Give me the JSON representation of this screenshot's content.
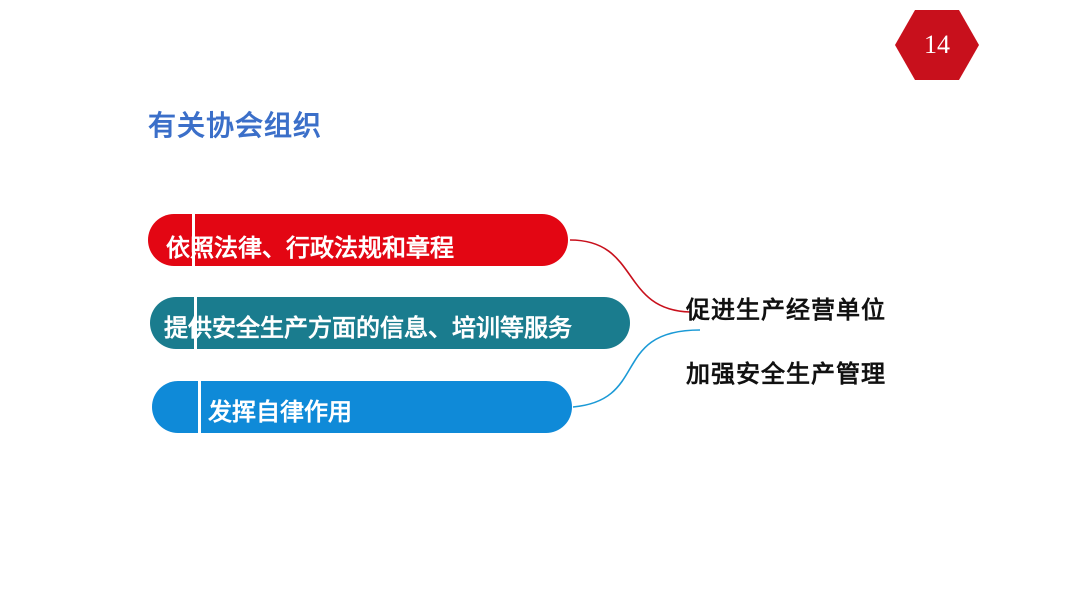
{
  "page_number": "14",
  "title": "有关协会组织",
  "items": [
    {
      "label": "依照法律、行政法规和章程",
      "color": "#e30613"
    },
    {
      "label": "提供安全生产方面的信息、培训等服务",
      "color": "#1a7c8e"
    },
    {
      "label": "发挥自律作用",
      "color": "#0f8ad8"
    }
  ],
  "results": [
    {
      "label": "促进生产经营单位"
    },
    {
      "label": "加强安全生产管理"
    }
  ],
  "colors": {
    "badge": "#c8101c",
    "title": "#3b6fc9",
    "connector_red": "#c8101c",
    "connector_blue": "#1b9ad6"
  }
}
